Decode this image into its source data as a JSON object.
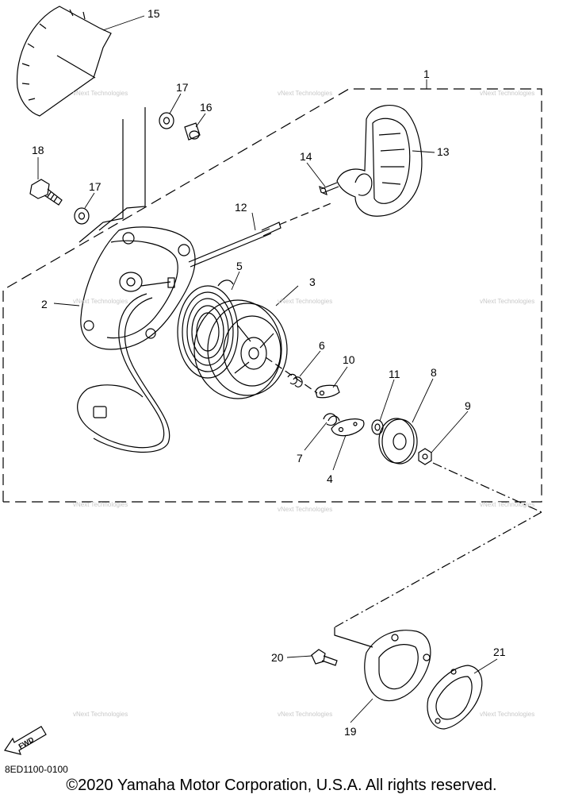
{
  "diagram": {
    "callouts": [
      "1",
      "2",
      "3",
      "4",
      "5",
      "6",
      "7",
      "8",
      "9",
      "10",
      "11",
      "12",
      "13",
      "14",
      "15",
      "16",
      "17",
      "17",
      "18",
      "19",
      "20",
      "21"
    ],
    "watermark": "vNext Technologies",
    "direction_label": "FWD"
  },
  "footer": {
    "code": "8ED1100-0100",
    "copyright": "©2020 Yamaha Motor Corporation, U.S.A. All rights reserved."
  }
}
